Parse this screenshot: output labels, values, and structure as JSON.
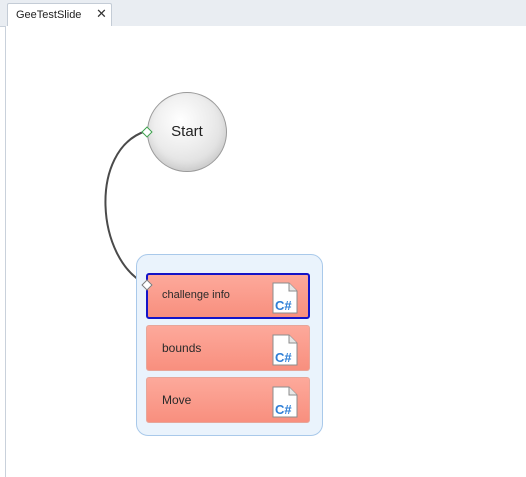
{
  "tab": {
    "title": "GeeTestSlide",
    "close_glyph": "✕"
  },
  "nodes": {
    "start": {
      "label": "Start"
    }
  },
  "group": {
    "items": [
      {
        "label": "challenge info",
        "icon": "csharp-file-icon",
        "selected": true
      },
      {
        "label": "bounds",
        "icon": "csharp-file-icon",
        "selected": false
      },
      {
        "label": "Move",
        "icon": "csharp-file-icon",
        "selected": false
      }
    ]
  },
  "colors": {
    "selection": "#1414c8",
    "card": "#f99a89",
    "group_fill": "#eaf3fc",
    "connector": "#4a4a4a",
    "csharp": "#2f7fd6"
  },
  "icon_text": "C#"
}
